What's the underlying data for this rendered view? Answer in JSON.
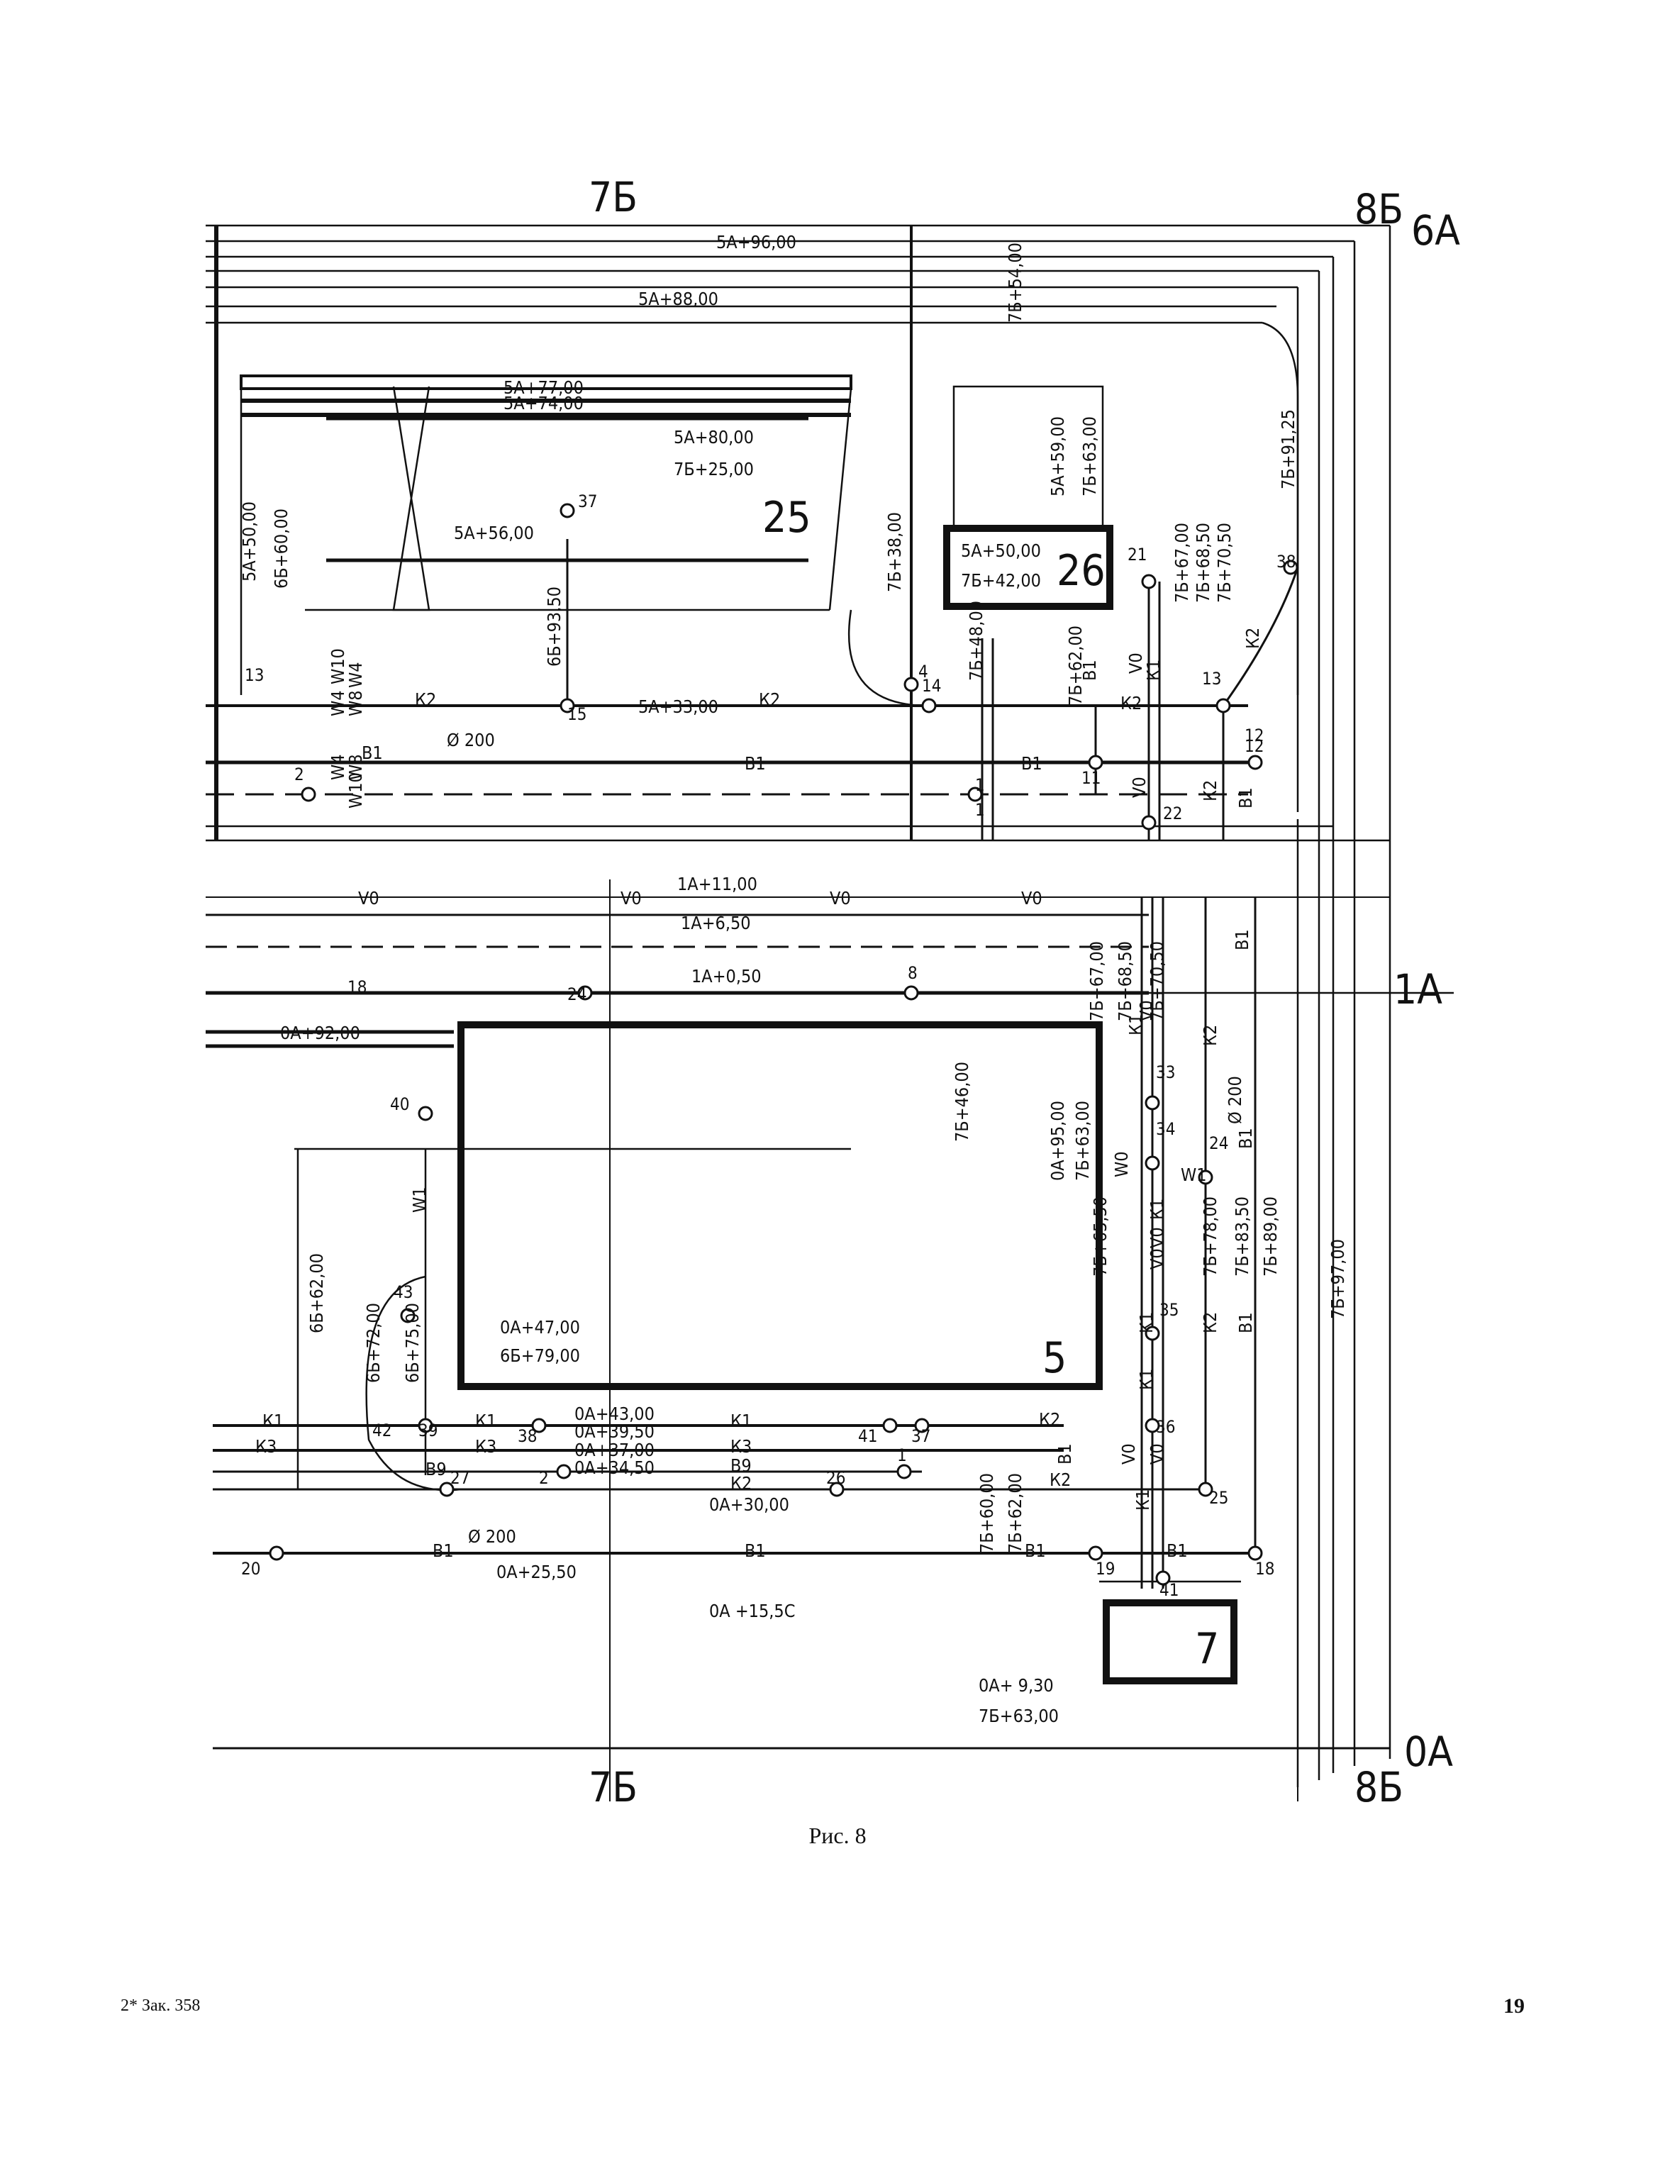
{
  "axes": {
    "top_7b": "7Б",
    "top_8b": "8Б",
    "top_6a": "6А",
    "right_1a": "1А",
    "bottom_7b": "7Б",
    "bottom_8b": "8Б",
    "bottom_0a": "0А"
  },
  "dims": [
    "5А+96,00",
    "5А+88,00",
    "5А+77,00",
    "5А+74,00",
    "5А+80,00",
    "7Б+25,00",
    "5А+50,00",
    "6Б+60,00",
    "5А+56,00",
    "6Б+93,50",
    "5А+33,00",
    "Ø 200",
    "7Б+54,00",
    "5А+59,00",
    "7Б+63,00",
    "7Б+38,00",
    "5А+50,00",
    "7Б+42,00",
    "7Б+48,00",
    "7Б+62,00",
    "7Б+67,00",
    "7Б+68,50",
    "7Б+70,50",
    "7Б+91,25",
    "1А+11,00",
    "1А+6,50",
    "1А+0,50",
    "0А+92,00",
    "7Б+67,00",
    "7Б+68,50",
    "7Б+70,50",
    "7Б+46,00",
    "0А+95,00",
    "7Б+63,00",
    "Ø 200",
    "7Б+65,50",
    "7Б+78,00",
    "7Б+83,50",
    "7Б+89,00",
    "7Б+97,00",
    "6Б+62,00",
    "0А+47,00",
    "6Б+79,00",
    "6Б+72,00",
    "6Б+75,00",
    "0А+43,00",
    "0А+39,50",
    "0А+37,00",
    "0А+34,50",
    "0А+30,00",
    "7Б+60,00",
    "7Б+62,00",
    "Ø 200",
    "0А+25,50",
    "0А +15,5С",
    "0А+ 9,30",
    "7Б+63,00"
  ],
  "codes": [
    "К2",
    "К2",
    "К2",
    "В1",
    "В1",
    "В1",
    "W4",
    "W4",
    "W4",
    "W8",
    "W8",
    "W10",
    "W10",
    "К2",
    "В1",
    "V0",
    "К1",
    "К2",
    "В1",
    "V0",
    "V0",
    "V0",
    "V0",
    "V0",
    "К1",
    "V0",
    "К2",
    "В1",
    "В1",
    "К1",
    "V0",
    "W0",
    "К1",
    "V0",
    "К1",
    "V0",
    "К2",
    "В1",
    "К1",
    "К1",
    "К1",
    "К3",
    "К3",
    "К3",
    "В9",
    "В9",
    "К2",
    "К2",
    "В1",
    "В1",
    "В1",
    "В1",
    "V0",
    "К1",
    "В1",
    "К2",
    "W1",
    "W1"
  ],
  "nums": [
    "13",
    "15",
    "37",
    "12",
    "4",
    "14",
    "21",
    "38",
    "13",
    "2",
    "1",
    "11",
    "12",
    "22",
    "1",
    "8",
    "24",
    "18",
    "40",
    "33",
    "34",
    "24",
    "43",
    "35",
    "42",
    "39",
    "38",
    "27",
    "2",
    "41",
    "37",
    "1",
    "26",
    "36",
    "25",
    "20",
    "19",
    "41",
    "18"
  ],
  "buildings": {
    "b25": "25",
    "b26": "26",
    "b5": "5",
    "b7": "7"
  },
  "caption": "Рис. 8",
  "footer_left": "2* Зак. 358",
  "page_number": "19"
}
